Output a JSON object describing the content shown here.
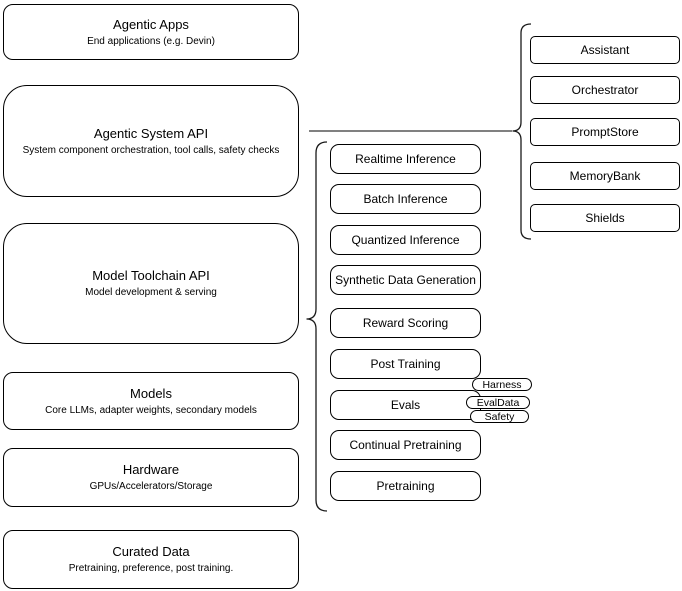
{
  "colors": {
    "background": "#ffffff",
    "box_fill": "#ffffff",
    "box_border": "#000000",
    "text": "#000000",
    "connector_line": "#6e6e6e",
    "brace": "#1a1a1a"
  },
  "stack_layers": [
    {
      "title": "Agentic Apps",
      "subtitle": "End applications (e.g. Devin)"
    },
    {
      "title": "Agentic System API",
      "subtitle": "System component orchestration, tool calls, safety checks"
    },
    {
      "title": "Model Toolchain API",
      "subtitle": "Model development & serving"
    },
    {
      "title": "Models",
      "subtitle": "Core LLMs, adapter weights, secondary models"
    },
    {
      "title": "Hardware",
      "subtitle": "GPUs/Accelerators/Storage"
    },
    {
      "title": "Curated Data",
      "subtitle": "Pretraining, preference, post training."
    }
  ],
  "toolchain_components": [
    "Realtime Inference",
    "Batch Inference",
    "Quantized Inference",
    "Synthetic Data Generation",
    "Reward Scoring",
    "Post Training",
    "Evals",
    "Continual Pretraining",
    "Pretraining"
  ],
  "evals_tags": [
    "Harness",
    "EvalData",
    "Safety"
  ],
  "system_components": [
    "Assistant",
    "Orchestrator",
    "PromptStore",
    "MemoryBank",
    "Shields"
  ]
}
